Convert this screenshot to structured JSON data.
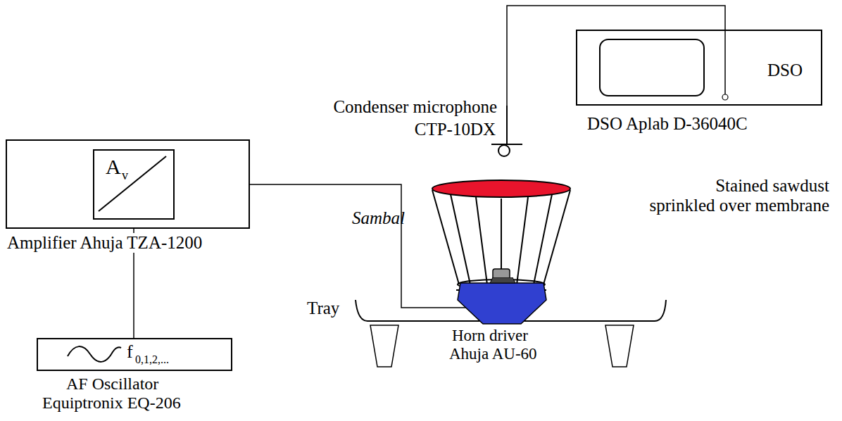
{
  "diagram": {
    "nodes": [
      {
        "text": [
          "Condenser microphone",
          "CTP-10DX"
        ]
      },
      {
        "text": [
          "DSO",
          "DSO Aplab D-36040C"
        ]
      },
      {
        "text": [
          "Amplifier Ahuja TZA-1200"
        ]
      },
      {
        "text": [
          "A",
          "v"
        ],
        "in": 2
      },
      {
        "text": [
          "f",
          "0,1,2,...",
          "AF Oscillator",
          "Equiptronix EQ-206"
        ]
      },
      {
        "text": [
          "Horn driver",
          "Ahuja AU-60"
        ]
      }
    ],
    "edges": [
      {
        "from": 0,
        "to": 1,
        "arrow": "none"
      },
      {
        "from": 4,
        "to": 2,
        "arrow": "none"
      },
      {
        "from": 2,
        "to": 5,
        "arrow": "none"
      }
    ],
    "labels": [
      "Sambal",
      "Stained sawdust",
      "sprinkled over membrane",
      "Tray"
    ]
  }
}
